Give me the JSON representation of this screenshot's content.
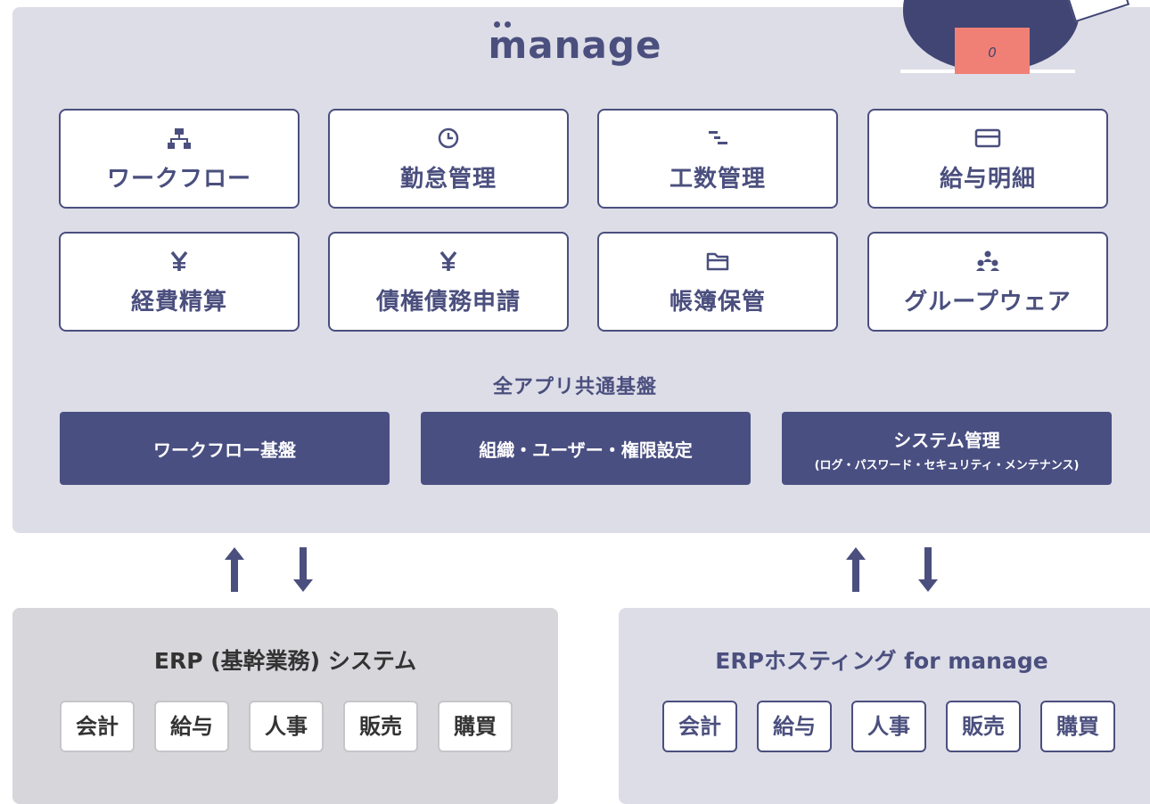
{
  "brand": {
    "logo_text": "manage",
    "screen_text": "0"
  },
  "apps": [
    {
      "label": "ワークフロー",
      "icon": "workflow-icon"
    },
    {
      "label": "勤怠管理",
      "icon": "clock-icon"
    },
    {
      "label": "工数管理",
      "icon": "gantt-icon"
    },
    {
      "label": "給与明細",
      "icon": "card-icon"
    },
    {
      "label": "経費精算",
      "icon": "yen-icon"
    },
    {
      "label": "債権債務申請",
      "icon": "yen-icon"
    },
    {
      "label": "帳簿保管",
      "icon": "folder-icon"
    },
    {
      "label": "グループウェア",
      "icon": "group-icon"
    }
  ],
  "platform": {
    "title": "全アプリ共通基盤",
    "boxes": [
      {
        "label": "ワークフロー基盤",
        "sub": ""
      },
      {
        "label": "組織・ユーザー・権限設定",
        "sub": ""
      },
      {
        "label": "システム管理",
        "sub": "(ログ・パスワード・セキュリティ・メンテナンス)"
      }
    ]
  },
  "erp_core": {
    "title": "ERP (基幹業務) システム",
    "modules": [
      "会計",
      "給与",
      "人事",
      "販売",
      "購買"
    ]
  },
  "erp_hosting": {
    "title": "ERPホスティング for manage",
    "modules": [
      "会計",
      "給与",
      "人事",
      "販売",
      "購買"
    ]
  },
  "colors": {
    "navy": "#4a4f7e",
    "platform_bg": "#dddde8",
    "erp_gray_bg": "#d6d6db",
    "accent_coral": "#f07f75"
  }
}
